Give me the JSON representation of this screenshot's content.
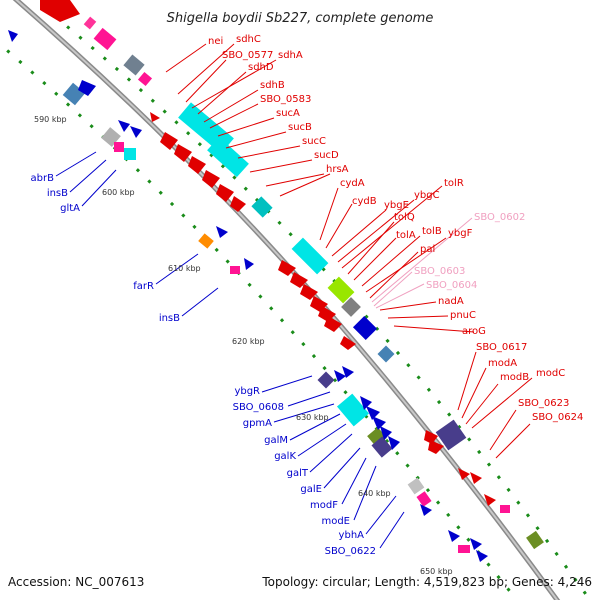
{
  "title": "Shigella boydii Sb227, complete genome",
  "footer": {
    "accession": "Accession: NC_007613",
    "topology": "Topology: circular; Length: 4,519,823 bp; Genes: 4,246"
  },
  "ticks": [
    "590 kbp",
    "600 kbp",
    "610 kbp",
    "620 kbp",
    "630 kbp",
    "640 kbp",
    "650 kbp"
  ],
  "colors": {
    "forward_label": "#e00000",
    "reverse_label": "#0000cc",
    "faded_label": "#f0a0c0",
    "backbone": "#999999"
  },
  "right_labels": [
    "nei",
    "sdhC",
    "SBO_0577",
    "sdhA",
    "sdhD",
    "sdhB",
    "SBO_0583",
    "sucA",
    "sucB",
    "sucC",
    "sucD",
    "hrsA",
    "cydA",
    "cydB",
    "ybgE",
    "ybgC",
    "tolR",
    "tolQ",
    "tolA",
    "tolB",
    "ybgF",
    "SBO_0602",
    "pal",
    "SBO_0603",
    "SBO_0604",
    "nadA",
    "pnuC",
    "aroG",
    "SBO_0617",
    "modA",
    "modB",
    "modC",
    "SBO_0623",
    "SBO_0624"
  ],
  "left_labels": [
    "abrB",
    "insB",
    "gltA",
    "farR",
    "insB",
    "ybgR",
    "SBO_0608",
    "gpmA",
    "galM",
    "galK",
    "galT",
    "galE",
    "modF",
    "modE",
    "ybhA",
    "SBO_0622"
  ]
}
